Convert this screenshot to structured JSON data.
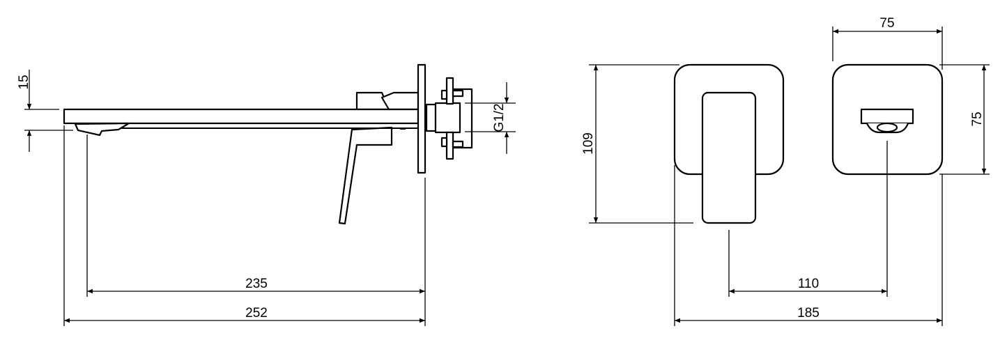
{
  "dimensions": {
    "spout_height": "15",
    "thread": "G1/2",
    "spout_projection": "235",
    "overall_depth": "252",
    "lever_plate_height": "109",
    "spout_plate_width": "75",
    "spout_plate_height": "75",
    "center_distance": "110",
    "overall_width": "185"
  },
  "line_color": "#000000",
  "background_color": "#ffffff"
}
